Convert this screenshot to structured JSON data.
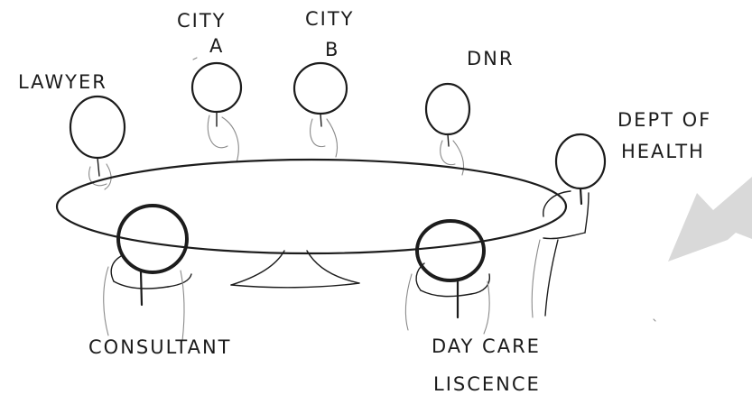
{
  "labels": {
    "lawyer": "LAWYER",
    "city_a_line1": "CITY",
    "city_a_line2": "A",
    "city_b_line1": "CITY",
    "city_b_line2": "B",
    "dnr": "DNR",
    "dept_line1": "DEPT OF",
    "dept_line2": "HEALTH",
    "consultant": "CONSULTANT",
    "daycare_line1": "DAY CARE",
    "daycare_line2": "LISCENCE"
  },
  "colors": {
    "ink": "#1c1c1c",
    "arrow": "#d9d9d9",
    "background": "#ffffff"
  },
  "icons": {
    "arrow": "gray-arrow-icon"
  }
}
